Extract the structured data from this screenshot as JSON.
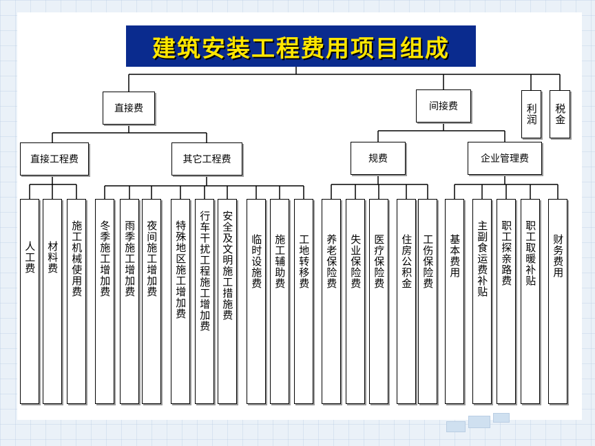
{
  "title": "建筑安装工程费用项目组成",
  "level1": {
    "direct": "直接费",
    "indirect": "间接费",
    "profit": "利润",
    "tax": "税金"
  },
  "level2": {
    "direct_engineering": "直接工程费",
    "other_engineering": "其它工程费",
    "fees": "规费",
    "enterprise_management": "企业管理费"
  },
  "leaves": [
    "人工费",
    "材料费",
    "施工机械使用费",
    "冬季施工增加费",
    "雨季施工增加费",
    "夜间施工增加费",
    "特殊地区施工增加费",
    "行车干扰工程施工增加费",
    "安全及文明施工措施费",
    "临时设施费",
    "施工辅助费",
    "工地转移费",
    "养老保险费",
    "失业保险费",
    "医疗保险费",
    "住房公积金",
    "工伤保险费",
    "基本费用",
    "主副食运费补贴",
    "职工探亲路费",
    "职工取暖补贴",
    "财务费用"
  ]
}
